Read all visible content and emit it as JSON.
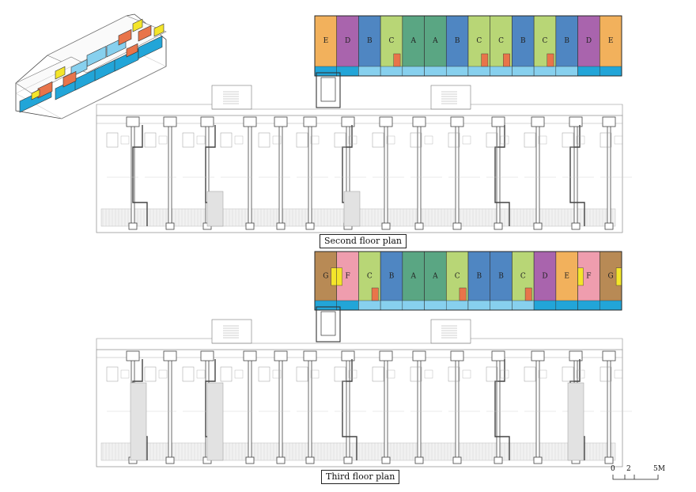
{
  "captions": {
    "second": "Second floor plan",
    "third": "Third floor plan"
  },
  "scale_bar": {
    "t0": "0",
    "t1": "2",
    "t2": "5M"
  },
  "colors": {
    "A": "#5aa683",
    "B": "#4f86c2",
    "C": "#b8d676",
    "D": "#a964ad",
    "E": "#f2b15c",
    "F": "#ef9dae",
    "G": "#b88a55",
    "blue_strip": "#22a5d8",
    "light_blue_strip": "#87d0ee",
    "orange": "#e8744a",
    "yellow": "#f4e52a",
    "line": "#444444",
    "hatch": "#bdbdbd"
  },
  "second_floor_units": [
    "E",
    "D",
    "B",
    "C",
    "A",
    "A",
    "B",
    "C",
    "C",
    "B",
    "C",
    "B",
    "D",
    "E"
  ],
  "third_floor_units": [
    "G",
    "F",
    "C",
    "B",
    "A",
    "A",
    "C",
    "B",
    "B",
    "C",
    "D",
    "E",
    "F",
    "G"
  ]
}
